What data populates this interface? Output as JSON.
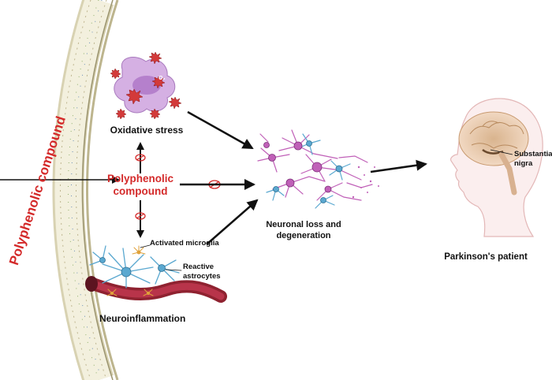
{
  "side_label": "Polyphenolic compound",
  "center_label_line1": "Polyphenolic",
  "center_label_line2": "compound",
  "oxidative_stress": "Oxidative stress",
  "ros_label": "O₂",
  "activated_microglia": "Activated microglia",
  "reactive_astrocytes_line1": "Reactive",
  "reactive_astrocytes_line2": "astrocytes",
  "neuroinflammation": "Neuroinflammation",
  "neuronal_loss_line1": "Neuronal loss and",
  "neuronal_loss_line2": "degeneration",
  "substantia_line1": "Substantia",
  "substantia_line2": "nigra",
  "patient": "Parkinson's patient",
  "colors": {
    "accent_red": "#d42a2a",
    "membrane": "#e8e4cf",
    "ros_purple": "#c89ad8",
    "neuron_pink": "#c060b8",
    "neuron_blue": "#5aa8d0",
    "vessel": "#8f2230"
  }
}
